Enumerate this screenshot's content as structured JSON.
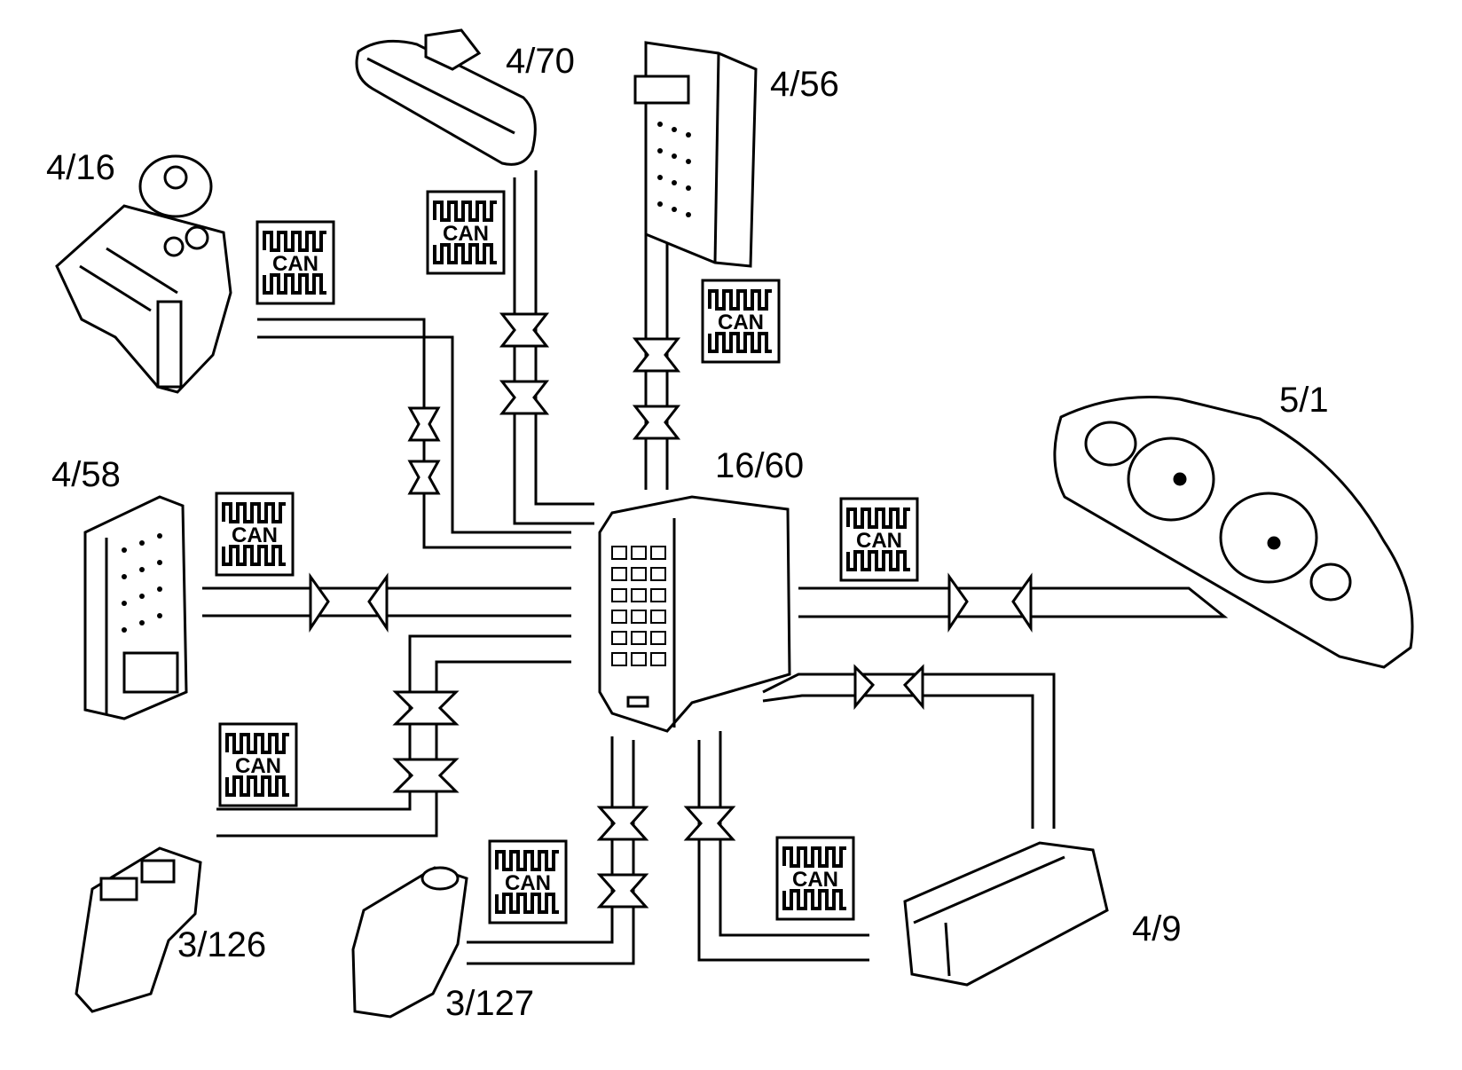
{
  "diagram": {
    "bus_label": "CAN",
    "center_module": {
      "id": "16/60"
    },
    "modules": [
      {
        "key": "m4_16",
        "id": "4/16"
      },
      {
        "key": "m4_70",
        "id": "4/70"
      },
      {
        "key": "m4_56",
        "id": "4/56"
      },
      {
        "key": "m4_58",
        "id": "4/58"
      },
      {
        "key": "m5_1",
        "id": "5/1"
      },
      {
        "key": "m3_126",
        "id": "3/126"
      },
      {
        "key": "m3_127",
        "id": "3/127"
      },
      {
        "key": "m4_9",
        "id": "4/9"
      }
    ]
  }
}
